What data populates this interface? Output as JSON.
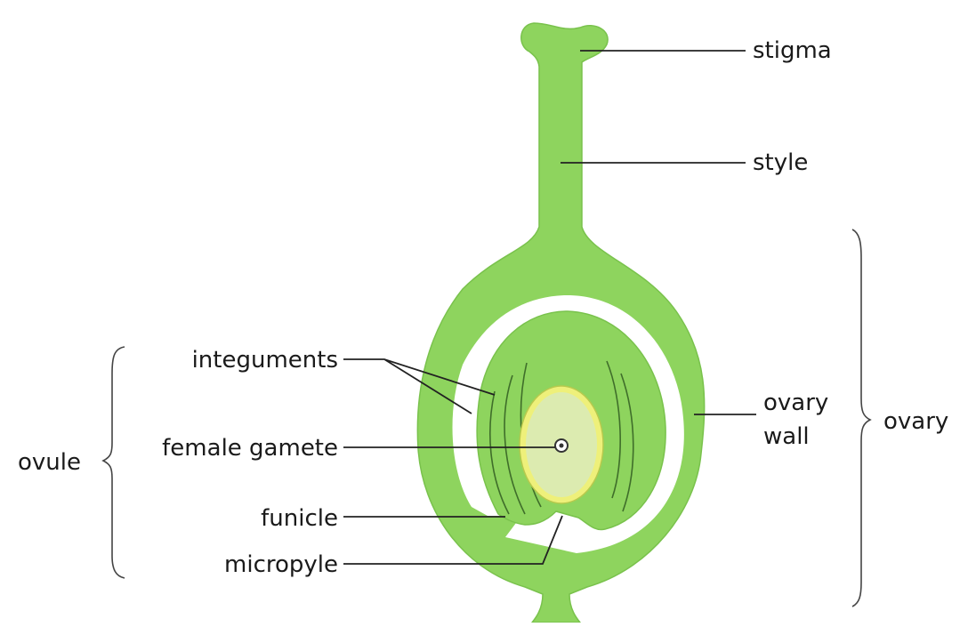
{
  "colors": {
    "tissue": "#8ed45e",
    "tissue_edge": "#79c24c",
    "cavity": "#ffffff",
    "gamete_fill": "#dcebb0",
    "gamete_ring": "#eef07a",
    "line": "#222222",
    "text": "#1a1a1a"
  },
  "labels": {
    "stigma": "stigma",
    "style": "style",
    "ovary_wall_line1": "ovary",
    "ovary_wall_line2": "wall",
    "ovary": "ovary",
    "integuments": "integuments",
    "female_gamete": "female gamete",
    "funicle": "funicle",
    "micropyle": "micropyle",
    "ovule": "ovule"
  }
}
